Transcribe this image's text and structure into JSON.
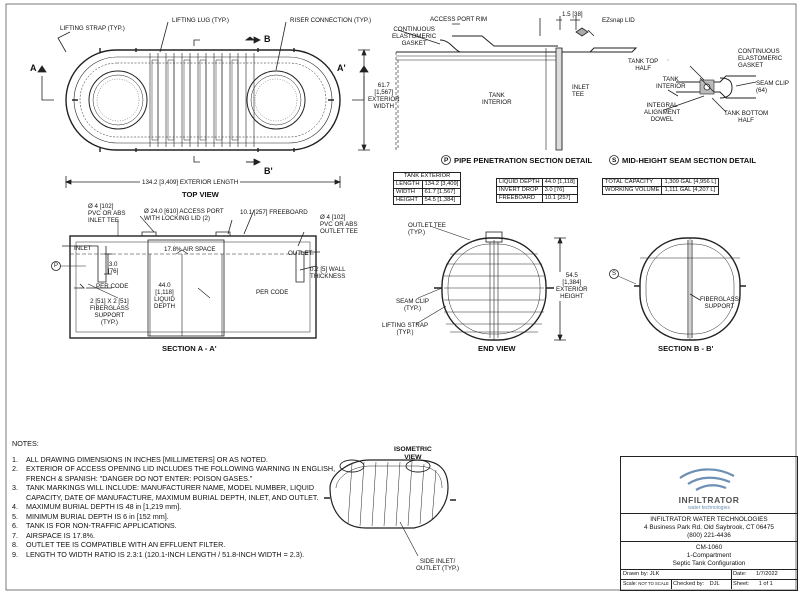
{
  "top_view": {
    "title": "TOP VIEW",
    "lifting_strap": "LIFTING STRAP (TYP.)",
    "lifting_lug": "LIFTING LUG (TYP.)",
    "riser_connection": "RISER CONNECTION (TYP.)",
    "marker_a": "A",
    "marker_a_prime": "A'",
    "marker_b": "B",
    "marker_b_prime": "B'",
    "width_dim": "61.7\n[1,567]\nEXTERIOR\nWIDTH",
    "length_dim": "134.2 [3,409] EXTERIOR LENGTH"
  },
  "pipe_detail": {
    "title": "PIPE PENETRATION SECTION DETAIL",
    "marker": "P",
    "access_port_rim": "ACCESS PORT RIM",
    "dim": "1.5 [38]",
    "ezsnap_lid": "EZsnap LID",
    "gasket": "CONTINUOUS\nELASTOMERIC\nGASKET",
    "inlet_tee": "INLET\nTEE",
    "tank_interior": "TANK\nINTERIOR"
  },
  "seam_detail": {
    "title": "MID-HEIGHT SEAM SECTION DETAIL",
    "marker": "S",
    "tank_top_half": "TANK TOP\nHALF",
    "tank_interior": "TANK\nINTERIOR",
    "gasket": "CONTINUOUS\nELASTOMERIC\nGASKET",
    "seam_clip": "SEAM CLIP\n(64)",
    "dowel": "INTEGRAL\nALIGNMENT\nDOWEL",
    "tank_bottom_half": "TANK BOTTOM\nHALF"
  },
  "tables": {
    "exterior": {
      "header": "TANK EXTERIOR",
      "rows": [
        [
          "LENGTH",
          "134.2 [3,409]"
        ],
        [
          "WIDTH",
          "61.7 [1,567]"
        ],
        [
          "HEIGHT",
          "54.5 [1,384]"
        ]
      ]
    },
    "depth": {
      "rows": [
        [
          "LIQUID DEPTH",
          "44.0 [1,118]"
        ],
        [
          "INVERT DROP",
          "3.0 [76]"
        ],
        [
          "FREEBOARD",
          "10.1 [257]"
        ]
      ]
    },
    "capacity": {
      "rows": [
        [
          "TOTAL CAPACITY",
          "1,309 GAL [4,956 L]"
        ],
        [
          "WORKING VOLUME",
          "1,111 GAL [4,207 L]"
        ]
      ]
    }
  },
  "section_aa": {
    "title": "SECTION A - A'",
    "inlet_pipe": "Ø 4 [102]\nPVC OR ABS\nINLET TEE",
    "access_port": "Ø 24.0 [610] ACCESS PORT\nWITH LOCKING LID (2)",
    "freeboard": "10.1 [257] FREEBOARD",
    "outlet_pipe": "Ø 4 [102]\nPVC OR ABS\nOUTLET TEE",
    "inlet": "INLET",
    "outlet": "OUTLET",
    "air_space": "17.8% AIR SPACE",
    "marker": "P",
    "invert": "3.0\n[76]",
    "per_code_1": "PER CODE",
    "liquid_depth": "44.0\n[1,118]\nLIQUID\nDEPTH",
    "per_code_2": "PER CODE",
    "wall": "0.2 [5] WALL\nTHICKNESS",
    "support": "2 [51] X 2 [51]\nFIBERGLASS\nSUPPORT\n(TYP.)"
  },
  "end_view": {
    "title": "END VIEW",
    "outlet_tee": "OUTLET TEE\n(TYP.)",
    "height": "54.5\n[1,384]\nEXTERIOR\nHEIGHT",
    "seam_clip": "SEAM CLIP\n(TYP.)",
    "lifting_strap": "LIFTING STRAP\n(TYP.)"
  },
  "section_bb": {
    "title": "SECTION B - B'",
    "marker": "S",
    "support": "FIBERGLASS\nSUPPORT"
  },
  "isometric": {
    "title": "ISOMETRIC\nVIEW",
    "side_inlet": "SIDE INLET/\nOUTLET (TYP.)"
  },
  "notes": {
    "heading": "NOTES:",
    "items": [
      "ALL DRAWING DIMENSIONS IN INCHES [MILLIMETERS] OR AS NOTED.",
      "EXTERIOR OF ACCESS OPENING LID INCLUDES THE FOLLOWING WARNING IN ENGLISH, FRENCH & SPANISH: \"DANGER DO NOT ENTER: POISON GASES.\"",
      "TANK MARKINGS WILL INCLUDE: MANUFACTURER NAME, MODEL NUMBER, LIQUID CAPACITY, DATE OF MANUFACTURE, MAXIMUM BURIAL DEPTH, INLET, AND OUTLET.",
      "MAXIMUM BURIAL DEPTH IS 48 in [1,219 mm].",
      "MINIMUM BURIAL DEPTH IS 6 in [152 mm].",
      "TANK IS FOR NON-TRAFFIC APPLICATIONS.",
      "AIRSPACE IS 17.8%.",
      "OUTLET TEE IS COMPATIBLE WITH AN EFFLUENT FILTER.",
      "LENGTH TO WIDTH RATIO IS 2.3:1 (120.1-INCH LENGTH / 51.8-INCH WIDTH = 2.3)."
    ]
  },
  "title_block": {
    "logo_name": "INFILTRATOR",
    "logo_sub": "water technologies",
    "company": "INFILTRATOR WATER TECHNOLOGIES",
    "address": "4 Business Park Rd. Old Saybrook, CT 06475",
    "phone": "(800) 221-4436",
    "model": "CM-1060",
    "desc1": "1-Compartment",
    "desc2": "Septic Tank Configuration",
    "drawn_label": "Drawn by:",
    "drawn_value": "JLK",
    "date_label": "Date:",
    "date_value": "1/7/2022",
    "scale_label": "Scale:",
    "scale_value": "NOT TO SCALE",
    "checked_label": "Checked by:",
    "checked_value": "DJL",
    "sheet_label": "Sheet:",
    "sheet_value": "1 of 1"
  },
  "colors": {
    "line": "#222222",
    "logo": "#6c8fb3"
  }
}
